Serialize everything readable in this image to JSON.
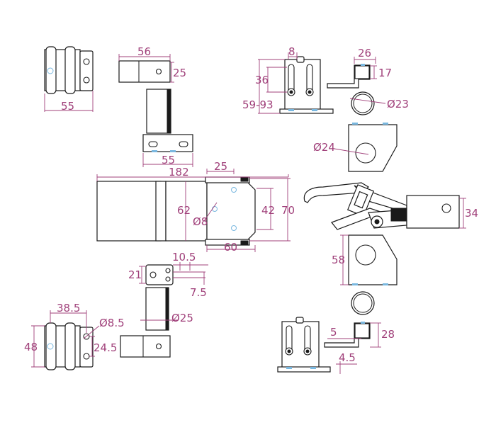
{
  "colors": {
    "dimension": "#a0407a",
    "outline": "#1a1a1a",
    "hole_accent": "#7ab8e0",
    "background": "#ffffff"
  },
  "dimensions": {
    "hinge_top_width": "55",
    "plate_top_width": "56",
    "plate_top_height": "25",
    "plate_slot_width": "55",
    "clip_width": "8",
    "clip_height": "36",
    "clip_range": "59-93",
    "hook_width": "26",
    "hook_height": "17",
    "ring_diameter": "Ø23",
    "keeper_hole": "Ø24",
    "main_length": "182",
    "main_offset": "25",
    "main_height": "62",
    "main_hole": "Ø8",
    "main_inner_height": "42",
    "main_outer_height": "70",
    "main_base_width": "60",
    "lever_height": "34",
    "keeper_height": "58",
    "bracket_hole_offset": "10.5",
    "bracket_height": "21",
    "bracket_small": "7.5",
    "bracket_diameter": "Ø25",
    "hinge_bottom_width": "38.5",
    "hinge_bottom_hole": "Ø8.5",
    "hinge_bottom_height": "48",
    "hinge_bottom_offset": "24.5",
    "hook_bottom_width": "5",
    "hook_bottom_height": "28",
    "hook_bottom_offset": "4.5"
  }
}
